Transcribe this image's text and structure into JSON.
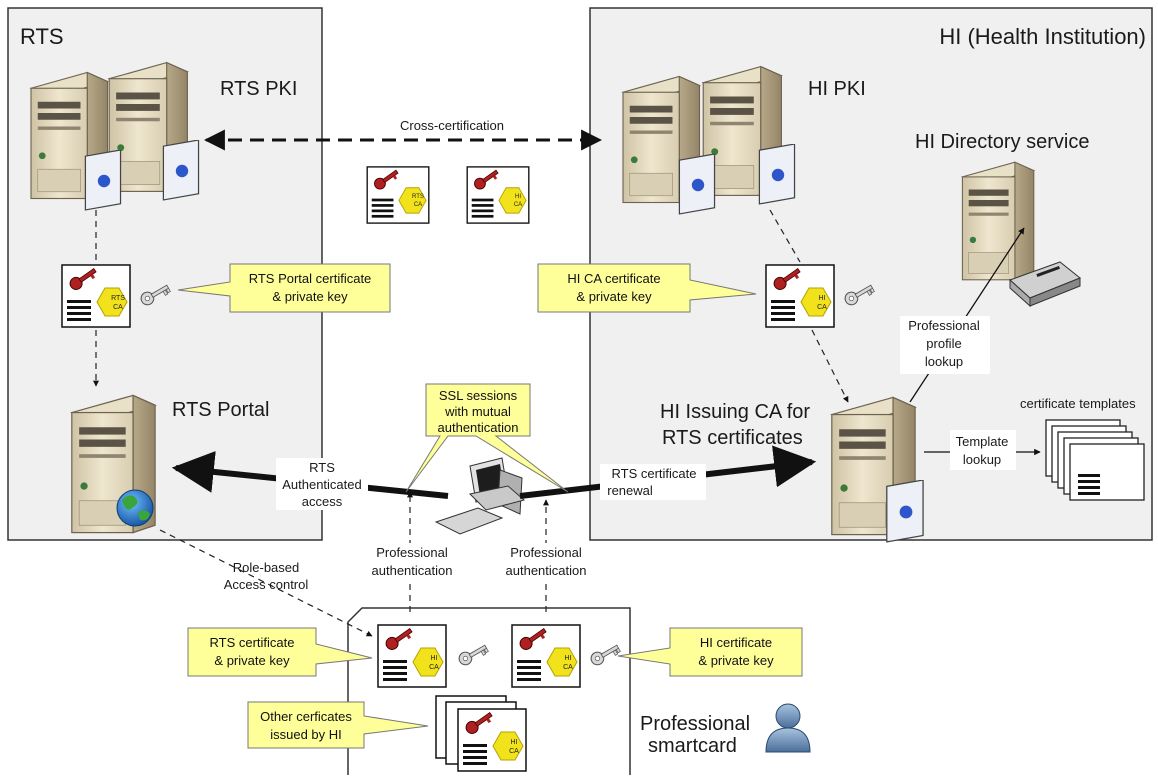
{
  "regions": {
    "rts": {
      "title": "RTS"
    },
    "hi": {
      "title": "HI (Health Institution)"
    },
    "smartcard": {
      "title_line1": "Professional",
      "title_line2": "smartcard"
    }
  },
  "nodes": {
    "rts_pki": "RTS PKI",
    "hi_pki": "HI PKI",
    "hi_directory": "HI Directory service",
    "rts_portal": "RTS Portal",
    "hi_issuing_ca_line1": "HI Issuing CA for",
    "hi_issuing_ca_line2": "RTS certificates",
    "certificate_templates": "certificate templates"
  },
  "badges": {
    "rts_ca_line1": "RTS",
    "rts_ca_line2": "CA",
    "hi_ca_line1": "HI",
    "hi_ca_line2": "CA"
  },
  "callouts": {
    "rts_portal_cert": [
      "RTS Portal certificate",
      "& private key"
    ],
    "hi_ca_cert": [
      "HI CA certificate",
      "& private key"
    ],
    "ssl_sessions": [
      "SSL sessions",
      "with mutual",
      "authentication"
    ],
    "rts_cert": [
      "RTS certificate",
      "& private key"
    ],
    "hi_cert": [
      "HI certificate",
      "& private key"
    ],
    "other_certs": [
      "Other cerficates",
      "issued by HI"
    ]
  },
  "edges": {
    "cross_certification": "Cross-certification",
    "rts_auth_access": [
      "RTS",
      "Authenticated",
      "access"
    ],
    "rts_cert_renewal": [
      "RTS certificate",
      "renewal"
    ],
    "template_lookup": [
      "Template",
      "lookup"
    ],
    "profile_lookup": [
      "Professional",
      "profile",
      "lookup"
    ],
    "role_based": [
      "Role-based",
      "Access control"
    ],
    "prof_auth_left": [
      "Professional",
      "authentication"
    ],
    "prof_auth_right": [
      "Professional",
      "authentication"
    ]
  }
}
